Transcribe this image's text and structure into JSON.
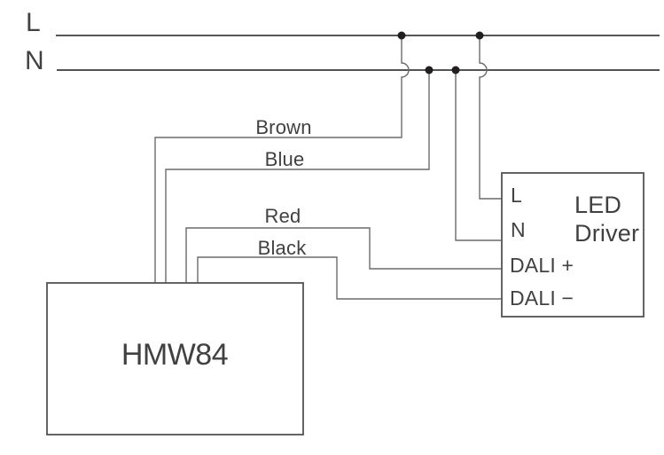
{
  "diagram": {
    "type": "wiring-diagram",
    "bus": {
      "live_label": "L",
      "neutral_label": "N"
    },
    "wire_labels": {
      "brown": "Brown",
      "blue": "Blue",
      "red": "Red",
      "black": "Black"
    },
    "hmw84": {
      "label": "HMW84"
    },
    "led_driver": {
      "title_line1": "LED",
      "title_line2": "Driver",
      "terminals": {
        "live": "L",
        "neutral": "N",
        "dali_plus": "DALI +",
        "dali_minus": "DALI −"
      }
    },
    "colors": {
      "bus_line": "#3b3b3d",
      "wire": "#6b6b6d",
      "junction_dot": "#231f20",
      "box_border": "#535356",
      "text": "#414042",
      "background": "#ffffff"
    }
  }
}
